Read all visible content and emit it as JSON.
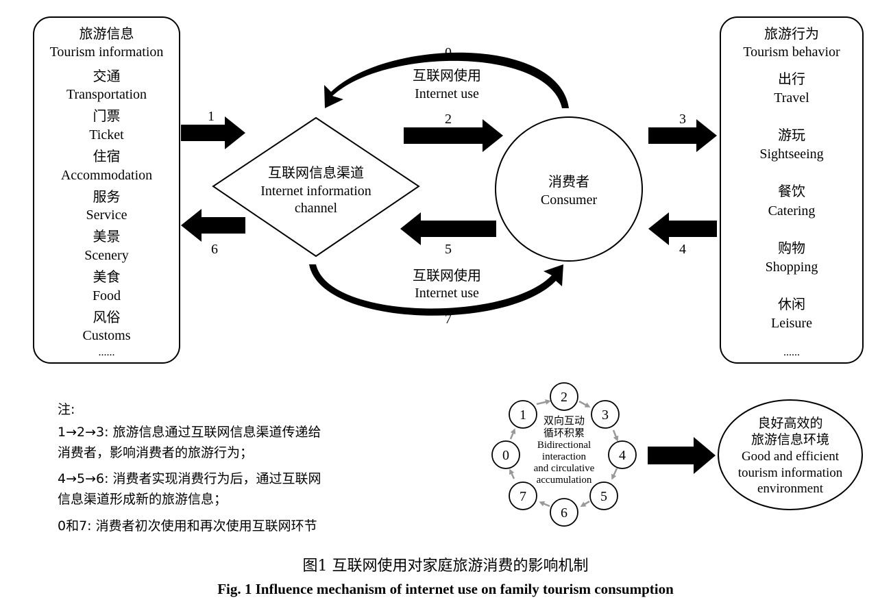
{
  "left_box": {
    "title_cn": "旅游信息",
    "title_en": "Tourism information",
    "items": [
      {
        "cn": "交通",
        "en": "Transportation"
      },
      {
        "cn": "门票",
        "en": "Ticket"
      },
      {
        "cn": "住宿",
        "en": "Accommodation"
      },
      {
        "cn": "服务",
        "en": "Service"
      },
      {
        "cn": "美景",
        "en": "Scenery"
      },
      {
        "cn": "美食",
        "en": "Food"
      },
      {
        "cn": "风俗",
        "en": "Customs"
      }
    ],
    "ellipsis": "......"
  },
  "right_box": {
    "title_cn": "旅游行为",
    "title_en": "Tourism behavior",
    "items": [
      {
        "cn": "出行",
        "en": "Travel"
      },
      {
        "cn": "游玩",
        "en": "Sightseeing"
      },
      {
        "cn": "餐饮",
        "en": "Catering"
      },
      {
        "cn": "购物",
        "en": "Shopping"
      },
      {
        "cn": "休闲",
        "en": "Leisure"
      }
    ],
    "ellipsis": "......"
  },
  "channel": {
    "cn": "互联网信息渠道",
    "en1": "Internet information",
    "en2": "channel"
  },
  "consumer": {
    "cn": "消费者",
    "en": "Consumer"
  },
  "internet_use": {
    "cn": "互联网使用",
    "en": "Internet use"
  },
  "arrow_labels": {
    "a0": "0",
    "a1": "1",
    "a2": "2",
    "a3": "3",
    "a4": "4",
    "a5": "5",
    "a6": "6",
    "a7": "7"
  },
  "cycle": {
    "nodes": [
      "0",
      "1",
      "2",
      "3",
      "4",
      "5",
      "6",
      "7"
    ],
    "center_cn1": "双向互动",
    "center_cn2": "循环积累",
    "center_en1": "Bidirectional",
    "center_en2": "interaction",
    "center_en3": "and circulative",
    "center_en4": "accumulation"
  },
  "environment": {
    "cn1": "良好高效的",
    "cn2": "旅游信息环境",
    "en1": "Good and efficient",
    "en2": "tourism information",
    "en3": "environment"
  },
  "notes": {
    "title": "注:",
    "l1": "1→2→3: 旅游信息通过互联网信息渠道传递给",
    "l2": "消费者，影响消费者的旅游行为；",
    "l3": "4→5→6: 消费者实现消费行为后，通过互联网",
    "l4": "信息渠道形成新的旅游信息；",
    "l5": "0和7: 消费者初次使用和再次使用互联网环节"
  },
  "caption": {
    "cn": "图1   互联网使用对家庭旅游消费的影响机制",
    "en": "Fig. 1   Influence mechanism of internet use on family tourism consumption"
  }
}
